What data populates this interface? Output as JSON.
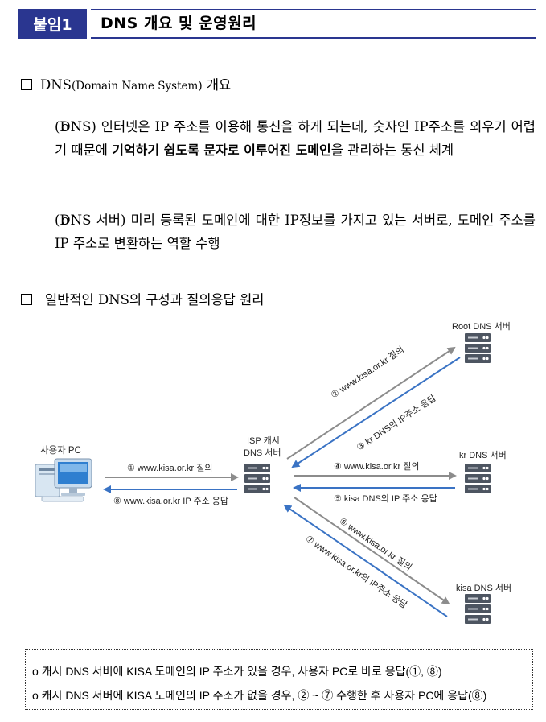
{
  "header": {
    "badge": "붙임1",
    "title": "DNS 개요 및 운영원리"
  },
  "section1": {
    "title_prefix": "DNS",
    "title_paren": "(Domain Name System)",
    "title_suffix": " 개요"
  },
  "bullets": [
    {
      "marker": "o",
      "text_before": "(DNS) 인터넷은 IP 주소를 이용해 통신을 하게 되는데, 숫자인 IP주소를 외우기 어렵기 때문에 ",
      "emphasis": "기억하기 쉽도록 문자로 이루어진 도메인",
      "text_after": "을 관리하는 통신 체계"
    },
    {
      "marker": "o",
      "text_before": "(DNS 서버) 미리 등록된 도메인에 대한 IP정보를 가지고 있는 서버로, 도메인 주소를 IP 주소로 변환하는 역할 수행"
    }
  ],
  "section2": {
    "title": "일반적인 DNS의 구성과 질의응답 원리"
  },
  "diagram": {
    "nodes": {
      "user_pc": "사용자 PC",
      "isp_line1": "ISP 캐시",
      "isp_line2": "DNS 서버",
      "root": "Root DNS 서버",
      "kr": "kr DNS 서버",
      "kisa": "kisa DNS 서버"
    },
    "arrows": {
      "a1": "① www.kisa.or.kr 질의",
      "a2": "② www.kisa.or.kr 질의",
      "a3": "③ kr DNS의 IP주소 응답",
      "a4": "④ www.kisa.or.kr 질의",
      "a5": "⑤ kisa DNS의 IP 주소 응답",
      "a6": "⑥ www.kisa.or.kr 질의",
      "a7": "⑦ www.kisa.or.kr의 IP주소 응답",
      "a8": "⑧ www.kisa.or.kr IP 주소 응답"
    },
    "colors": {
      "query": "#8c8c8c",
      "response": "#3a73c4",
      "server": "#4d5561"
    },
    "icons": [
      "desktop-pc-icon",
      "server-rack-icon"
    ]
  },
  "notes": [
    "o 캐시 DNS 서버에 KISA 도메인의 IP 주소가 있을 경우, 사용자 PC로 바로 응답(①, ⑧)",
    "o 캐시 DNS 서버에 KISA 도메인의 IP 주소가 없을 경우, ② ~ ⑦ 수행한 후 사용자 PC에 응답(⑧)"
  ]
}
